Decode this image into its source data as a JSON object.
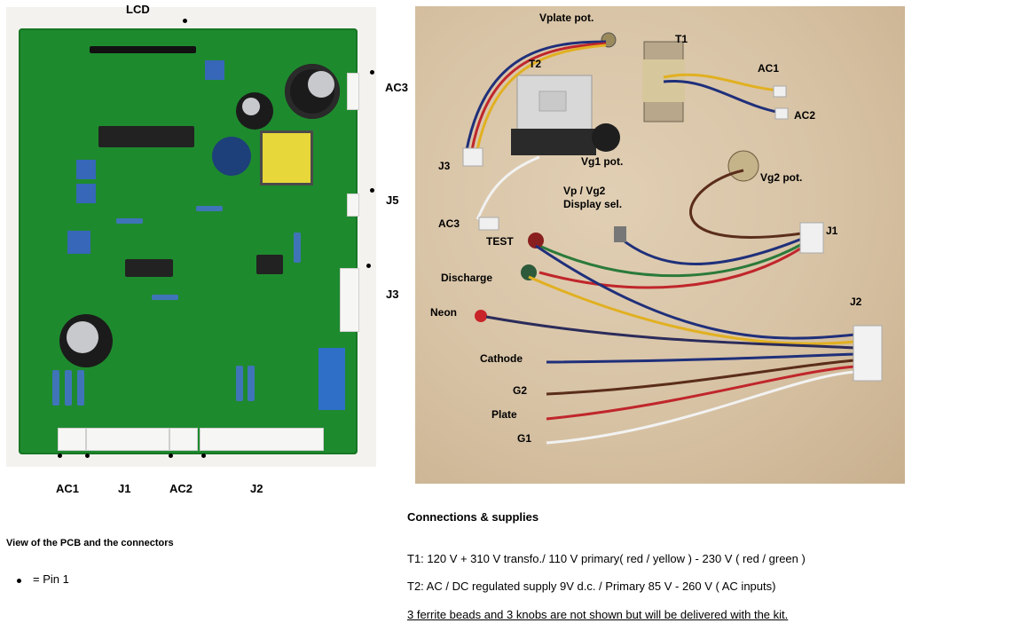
{
  "pcb_labels": {
    "lcd": "LCD",
    "ac3": "AC3",
    "j5": "J5",
    "j3": "J3",
    "ac1": "AC1",
    "j1": "J1",
    "ac2": "AC2",
    "j2": "J2"
  },
  "pcb_caption": "View of the PCB and the connectors",
  "pin_legend": "= Pin 1",
  "photo_labels": {
    "vplate_pot": "Vplate pot.",
    "t2": "T2",
    "t1": "T1",
    "ac1": "AC1",
    "ac2": "AC2",
    "j3": "J3",
    "vg1_pot": "Vg1 pot.",
    "vg2_pot": "Vg2 pot.",
    "vp_vg2_line1": "Vp / Vg2",
    "vp_vg2_line2": "Display sel.",
    "ac3": "AC3",
    "test": "TEST",
    "j1": "J1",
    "discharge": "Discharge",
    "neon": "Neon",
    "j2": "J2",
    "cathode": "Cathode",
    "g2": "G2",
    "plate": "Plate",
    "g1": "G1"
  },
  "connections": {
    "heading": "Connections  & supplies",
    "t1_line": "T1: 120 V + 310 V transfo./ 110 V primary( red / yellow ) -  230 V ( red / green )",
    "t2_line": "T2: AC / DC regulated supply 9V d.c. / Primary 85 V - 260 V ( AC inputs)",
    "note": "3 ferrite beads and 3 knobs are not shown but will be delivered with the kit."
  },
  "colors": {
    "pcb_green": "#1e8a2e",
    "photo_background": "#d7c2a4",
    "wire_red": "#c0262b",
    "wire_yellow": "#e1b020",
    "wire_blue": "#1f2f7a",
    "wire_green": "#2b7a3a",
    "wire_white": "#f2f2f2",
    "wire_brown": "#5a2d1a"
  }
}
